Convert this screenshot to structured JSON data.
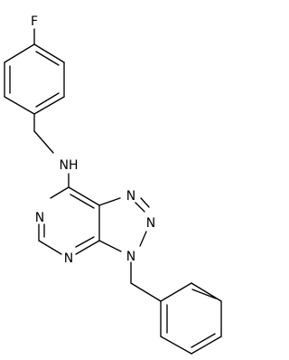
{
  "labels": {
    "fluorine": "F",
    "amine": "NH",
    "ring_n1": "N",
    "ring_n3": "N",
    "triazole_n_top": "N",
    "triazole_n_mid": "N",
    "triazole_n_bottom": "N"
  }
}
